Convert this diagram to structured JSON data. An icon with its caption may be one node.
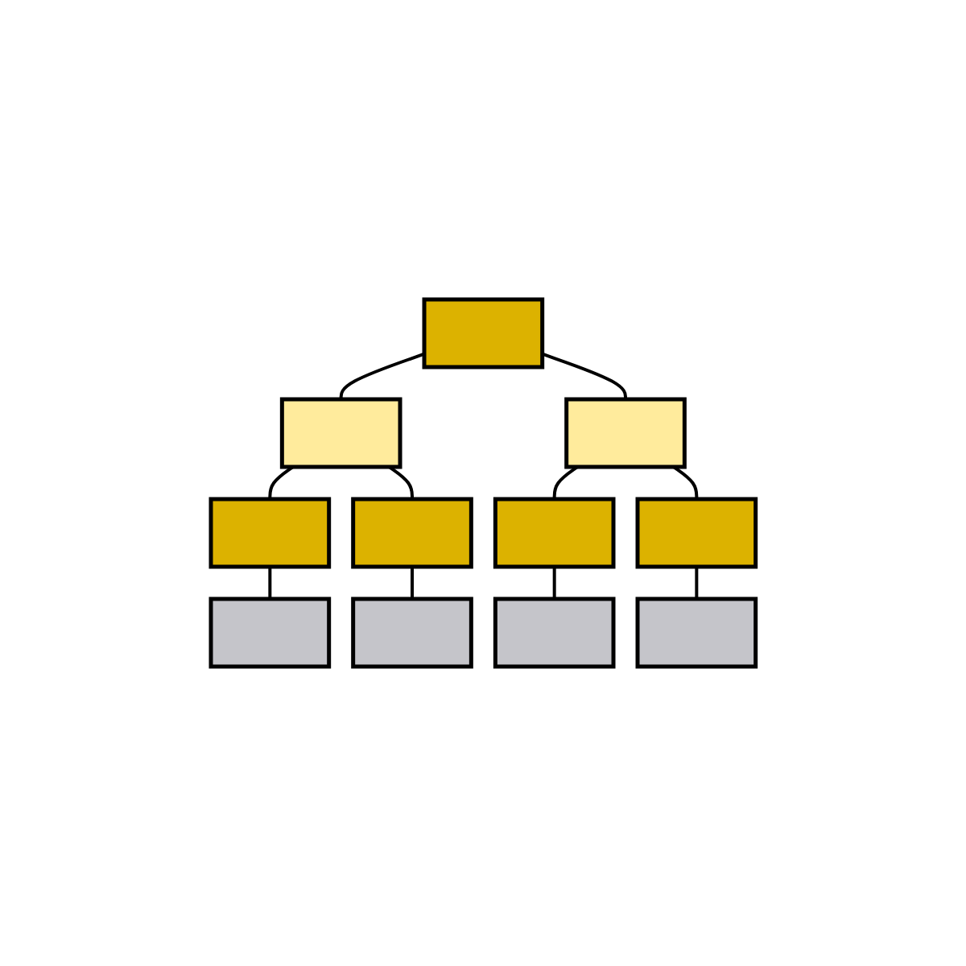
{
  "diagram": {
    "nodes": [
      {
        "text": [],
        "shape": "box"
      },
      {
        "text": [],
        "shape": "box"
      },
      {
        "text": [],
        "shape": "box"
      },
      {
        "text": [],
        "shape": "box"
      },
      {
        "text": [],
        "shape": "box"
      },
      {
        "text": [],
        "shape": "box"
      },
      {
        "text": [],
        "shape": "box"
      },
      {
        "text": [],
        "shape": "box"
      },
      {
        "text": [],
        "shape": "box"
      },
      {
        "text": [],
        "shape": "box"
      },
      {
        "text": [],
        "shape": "box"
      }
    ],
    "edges": [
      {
        "from": 0,
        "to": 1,
        "arrow": "none"
      },
      {
        "from": 0,
        "to": 2,
        "arrow": "none"
      },
      {
        "from": 1,
        "to": 3,
        "arrow": "none"
      },
      {
        "from": 1,
        "to": 4,
        "arrow": "none"
      },
      {
        "from": 2,
        "to": 5,
        "arrow": "none"
      },
      {
        "from": 2,
        "to": 6,
        "arrow": "none"
      },
      {
        "from": 3,
        "to": 7,
        "arrow": "none"
      },
      {
        "from": 4,
        "to": 8,
        "arrow": "none"
      },
      {
        "from": 5,
        "to": 9,
        "arrow": "none"
      },
      {
        "from": 6,
        "to": 10,
        "arrow": "none"
      }
    ]
  }
}
